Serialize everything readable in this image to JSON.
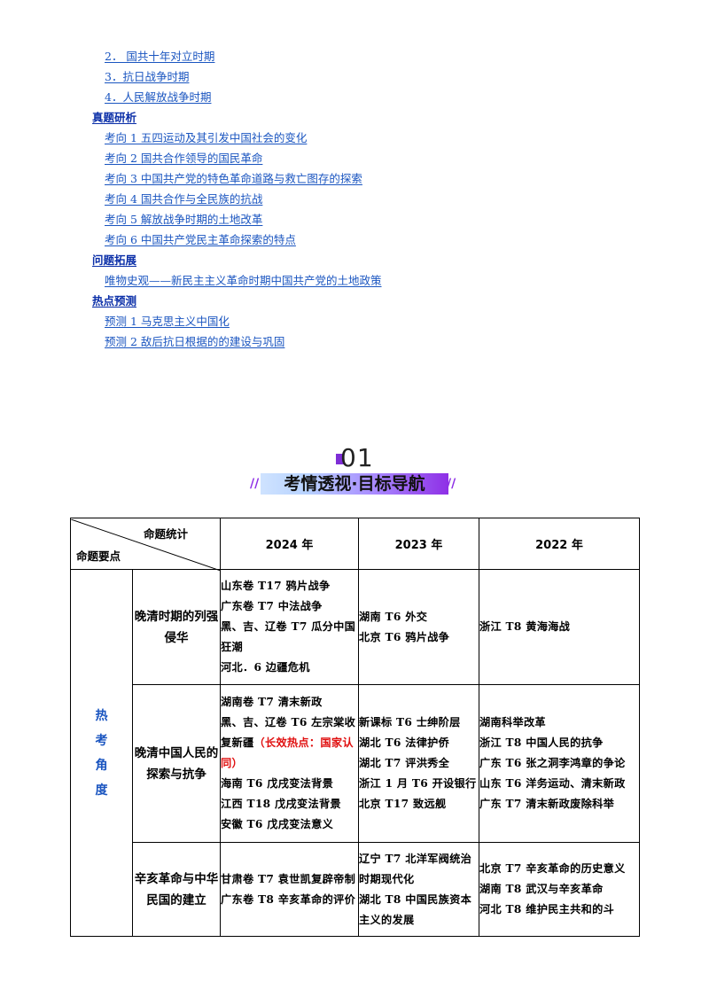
{
  "toc": {
    "items": [
      {
        "text": "2．  国共十年对立时期",
        "kind": "link"
      },
      {
        "text": "3．抗日战争时期",
        "kind": "link"
      },
      {
        "text": "4．人民解放战争时期",
        "kind": "link"
      },
      {
        "text": "真题研析",
        "kind": "head"
      },
      {
        "text": "考向 1    五四运动及其引发中国社会的变化",
        "kind": "link"
      },
      {
        "text": "考向 2    国共合作领导的国民革命",
        "kind": "link"
      },
      {
        "text": "考向 3  中国共产党的特色革命道路与救亡图存的探索",
        "kind": "link"
      },
      {
        "text": "考向 4    国共合作与全民族的抗战",
        "kind": "link"
      },
      {
        "text": "考向 5    解放战争时期的土地改革",
        "kind": "link"
      },
      {
        "text": "考向 6    中国共产党民主革命探索的特点",
        "kind": "link"
      },
      {
        "text": "问题拓展",
        "kind": "head"
      },
      {
        "text": "唯物史观——新民主主义革命时期中国共产党的土地政策",
        "kind": "link"
      },
      {
        "text": "热点预测",
        "kind": "head"
      },
      {
        "text": "预测 1    马克思主义中国化",
        "kind": "link"
      },
      {
        "text": "预测 2    敌后抗日根据的的建设与巩固",
        "kind": "link"
      }
    ]
  },
  "banner": {
    "number": "01",
    "title": "考情透视·目标导航"
  },
  "table": {
    "header": {
      "diag_top": "命题统计",
      "diag_bottom": "命题要点",
      "years": [
        "2024 年",
        "2023 年",
        "2022 年"
      ]
    },
    "side_label": [
      "热",
      "考",
      "角",
      "度"
    ],
    "rows": [
      {
        "topic": "晚清时期的列强侵华",
        "y2024": [
          "山东卷 T17 鸦片战争",
          "广东卷 T7 中法战争",
          "黑、吉、辽卷 T7 瓜分中国狂潮",
          "河北．6 边疆危机"
        ],
        "y2023": [
          "湖南 T6 外交",
          "北京 T6 鸦片战争"
        ],
        "y2022": [
          "浙江 T8 黄海海战"
        ]
      },
      {
        "topic": "晚清中国人民的探索与抗争",
        "y2024_a": [
          "湖南卷 T7 清末新政",
          "黑、吉、辽卷 T6 左宗棠收复新疆"
        ],
        "y2024_red": "（长效热点：国家认同）",
        "y2024_b": [
          "海南 T6 戊戌变法背景",
          "江西 T18 戊戌变法背景",
          "安徽 T6 戊戌变法意义"
        ],
        "y2023": [
          "新课标 T6 士绅阶层",
          "湖北 T6 法律护侨",
          "湖北 T7 评洪秀全",
          "浙江 1 月 T6 开设银行",
          "北京 T17 致远舰"
        ],
        "y2022": [
          "湖南科举改革",
          "浙江 T8 中国人民的抗争",
          "广东 T6 张之洞李鸿章的争论",
          "山东 T6 洋务运动、清末新政",
          "广东 T7 清末新政废除科举"
        ]
      },
      {
        "topic": "辛亥革命与中华民国的建立",
        "y2024": [
          "甘肃卷 T7 袁世凯复辟帝制",
          "广东卷 T8 辛亥革命的评价"
        ],
        "y2023": [
          "辽宁 T7 北洋军阀统治时期现代化",
          "湖北 T8 中国民族资本主义的发展"
        ],
        "y2022": [
          "北京 T7 辛亥革命的历史意义",
          "湖南 T8 武汉与辛亥革命",
          "河北 T8 维护民主共和的斗"
        ]
      }
    ]
  }
}
